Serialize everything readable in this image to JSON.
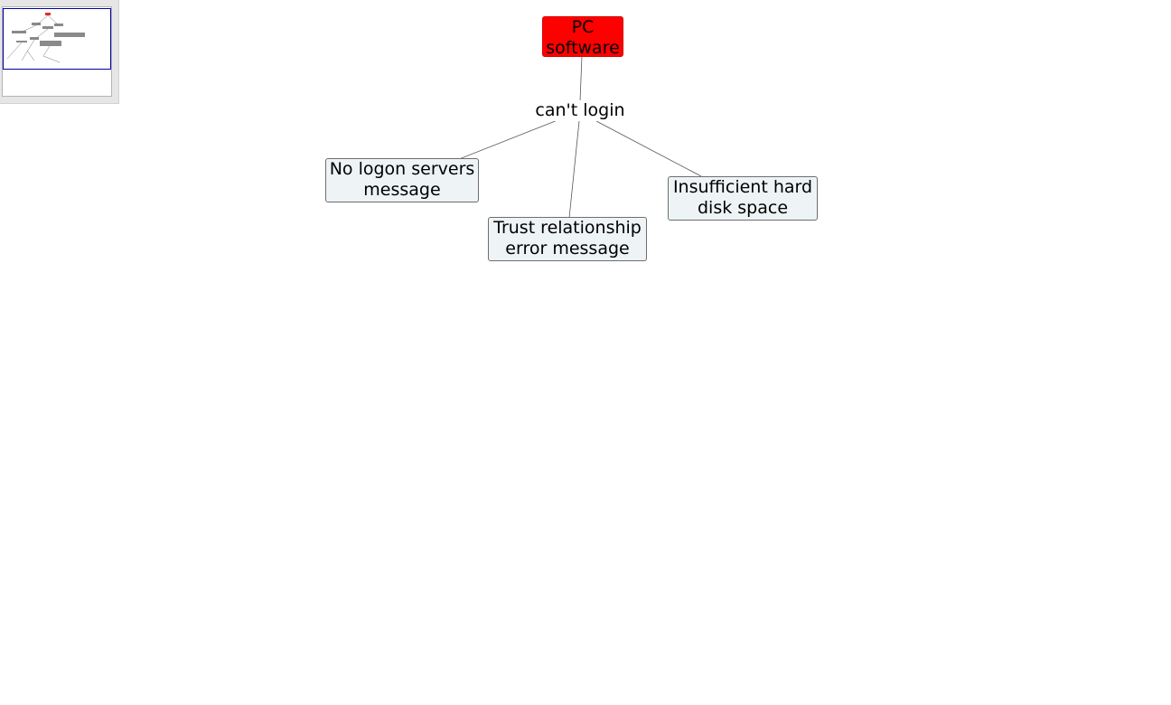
{
  "map": {
    "root": {
      "label": "PC\nsoftware",
      "color": "#ff0000"
    },
    "link_phrase": {
      "label": "can't login"
    },
    "children": [
      {
        "label": "No logon servers\nmessage"
      },
      {
        "label": "Trust relationship\nerror message"
      },
      {
        "label": "Insufficient hard\ndisk space"
      }
    ]
  },
  "overview": {
    "frame_color": "#0000aa"
  }
}
